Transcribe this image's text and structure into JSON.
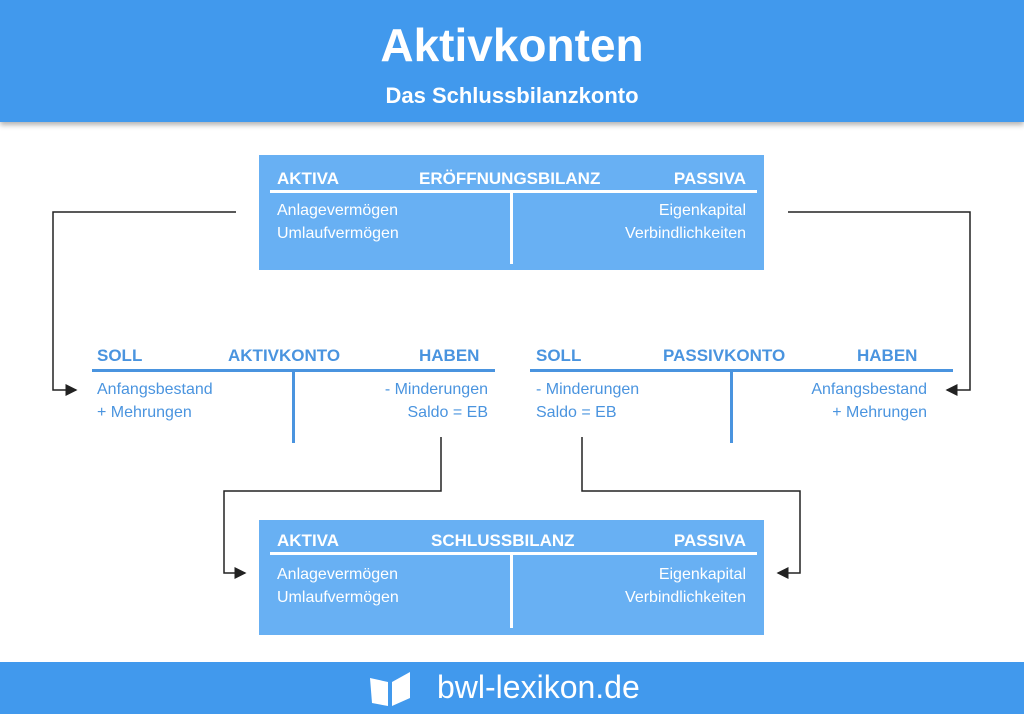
{
  "header": {
    "title": "Aktivkonten",
    "subtitle": "Das Schlussbilanzkonto"
  },
  "opening_balance": {
    "left": "AKTIVA",
    "title": "ERÖFFNUNGSBILANZ",
    "right": "PASSIVA",
    "left_items": [
      "Anlagevermögen",
      "Umlaufvermögen"
    ],
    "right_items": [
      "Eigenkapital",
      "Verbindlichkeiten"
    ]
  },
  "asset_account": {
    "left": "SOLL",
    "title": "AKTIVKONTO",
    "right": "HABEN",
    "left_items": [
      "Anfangsbestand",
      "+ Mehrungen"
    ],
    "right_items": [
      "- Minderungen",
      "Saldo = EB"
    ]
  },
  "liability_account": {
    "left": "SOLL",
    "title": "PASSIVKONTO",
    "right": "HABEN",
    "left_items": [
      "- Minderungen",
      "Saldo = EB"
    ],
    "right_items": [
      "Anfangsbestand",
      "+ Mehrungen"
    ]
  },
  "closing_balance": {
    "left": "AKTIVA",
    "title": "SCHLUSSBILANZ",
    "right": "PASSIVA",
    "left_items": [
      "Anlagevermögen",
      "Umlaufvermögen"
    ],
    "right_items": [
      "Eigenkapital",
      "Verbindlichkeiten"
    ]
  },
  "footer": {
    "brand": "bwl-lexikon.de",
    "icon": "book-icon"
  },
  "colors": {
    "header": "#4199ed",
    "box": "#68b0f3",
    "account_text": "#4a94df"
  }
}
